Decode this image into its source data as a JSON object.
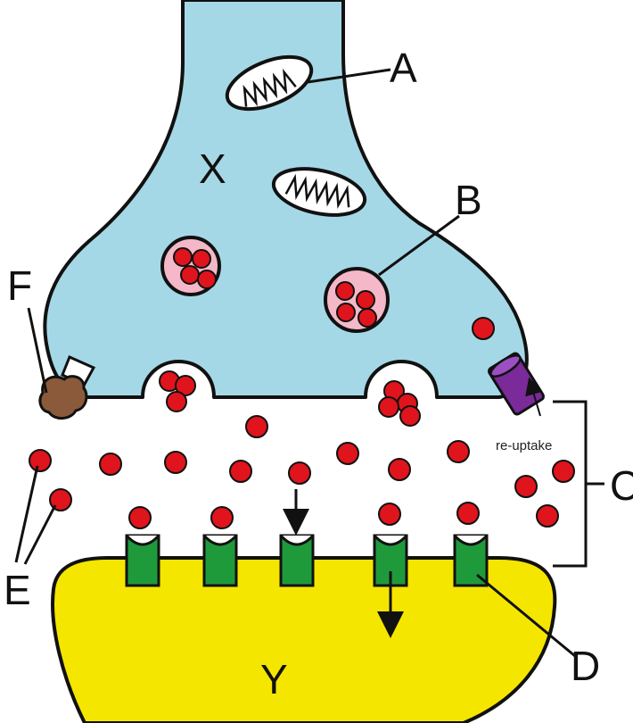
{
  "labels": {
    "a": "A",
    "b": "B",
    "c": "C",
    "d": "D",
    "e": "E",
    "f": "F",
    "x": "X",
    "y": "Y",
    "reuptake": "re-uptake"
  },
  "colors": {
    "presynaptic": "#a5d8e6",
    "postsynaptic": "#f5e600",
    "vesicle": "#f4b8c8",
    "neurotransmitter": "#e0141c",
    "receptor": "#1f9a3a",
    "reuptake_pump": "#7a2a99",
    "enzyme": "#8a5a3a",
    "outline": "#111111"
  }
}
